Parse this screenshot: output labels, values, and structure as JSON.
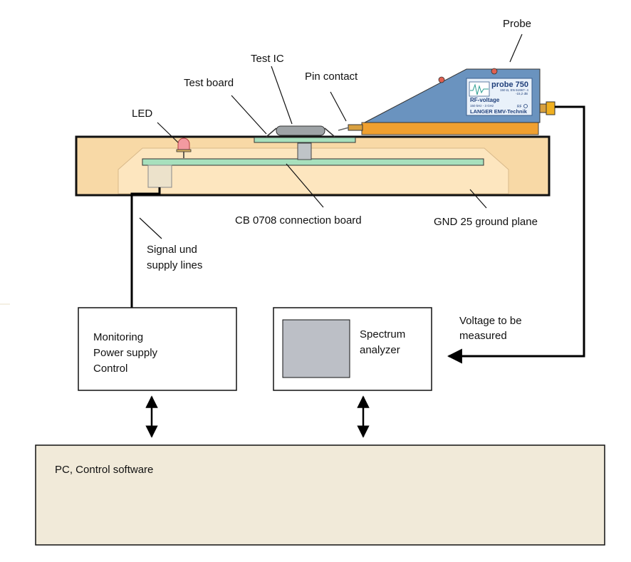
{
  "labels": {
    "probe": "Probe",
    "test_ic": "Test IC",
    "test_board": "Test board",
    "pin_contact": "Pin contact",
    "led": "LED",
    "connection_board": "CB 0708 connection board",
    "ground_plane": "GND 25 ground plane",
    "signal_lines_1": "Signal und",
    "signal_lines_2": "supply lines",
    "voltage_1": "Voltage to be",
    "voltage_2": "measured"
  },
  "boxes": {
    "monitoring_1": "Monitoring",
    "monitoring_2": "Power supply",
    "monitoring_3": "Control",
    "spectrum_1": "Spectrum",
    "spectrum_2": "analyzer",
    "pc": "PC, Control software"
  },
  "probe_panel": {
    "model": "probe 750",
    "spec_1": "150 Ω, EN 61967- 4",
    "spec_2": "-15,2 dB",
    "type": "RF-voltage",
    "range": "150 kHz - 3 GHz",
    "rf_mark": "RF",
    "brand": "LANGER EMV-Technik"
  },
  "colors": {
    "ground_plane": "#f8d9a6",
    "ground_plane_inner": "#fde6bf",
    "board": "#a7e0bd",
    "probe_body": "#6a93bf",
    "probe_base": "#f0a030",
    "pc_box": "#f1ead9",
    "analyzer_screen": "#bcbfc6"
  }
}
